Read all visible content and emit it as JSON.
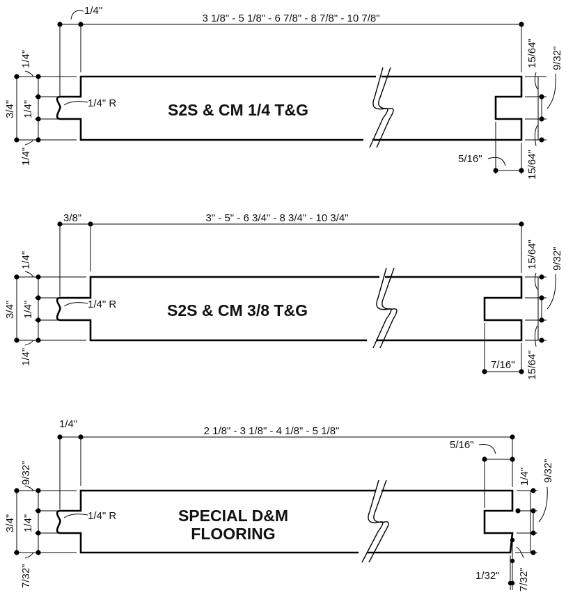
{
  "profiles": [
    {
      "title_lines": [
        "S2S & CM 1/4 T&G"
      ],
      "widths": "3 1/8\"  -  5 1/8\"  -  6 7/8\"  -  8 7/8\"  - 10 7/8\"",
      "tongue": "1/4\"",
      "radius": "1/4\" R",
      "thickness": "3/4\"",
      "left_top": "1/4\"",
      "left_mid": "1/4\"",
      "left_bot": "1/4\"",
      "right_top": "15/64\"",
      "right_bot": "15/64\"",
      "right_span": "9/32\"",
      "groove_depth": "5/16\""
    },
    {
      "title_lines": [
        "S2S & CM 3/8 T&G"
      ],
      "widths": "3\"  -  5\"  -  6 3/4\"  -  8 3/4\"  - 10 3/4\"",
      "tongue": "3/8\"",
      "radius": "1/4\" R",
      "thickness": "3/4\"",
      "left_top": "1/4\"",
      "left_mid": "1/4\"",
      "left_bot": "1/4\"",
      "right_top": "15/64\"",
      "right_bot": "15/64\"",
      "right_span": "9/32\"",
      "groove_depth": "7/16\""
    },
    {
      "title_lines": [
        "SPECIAL D&M",
        "FLOORING"
      ],
      "widths": "2 1/8\"  -  3 1/8\"  -  4 1/8\"  -  5 1/8\"",
      "tongue": "1/4\"",
      "radius": "1/4\" R",
      "thickness": "3/4\"",
      "left_top": "9/32\"",
      "left_mid": "1/4\"",
      "left_bot": "7/32\"",
      "right_top": "1/4\"",
      "right_span": "9/32\"",
      "groove_depth": "5/16\"",
      "bottom_offset": "1/32\"",
      "bottom_right": "7/32\""
    }
  ]
}
